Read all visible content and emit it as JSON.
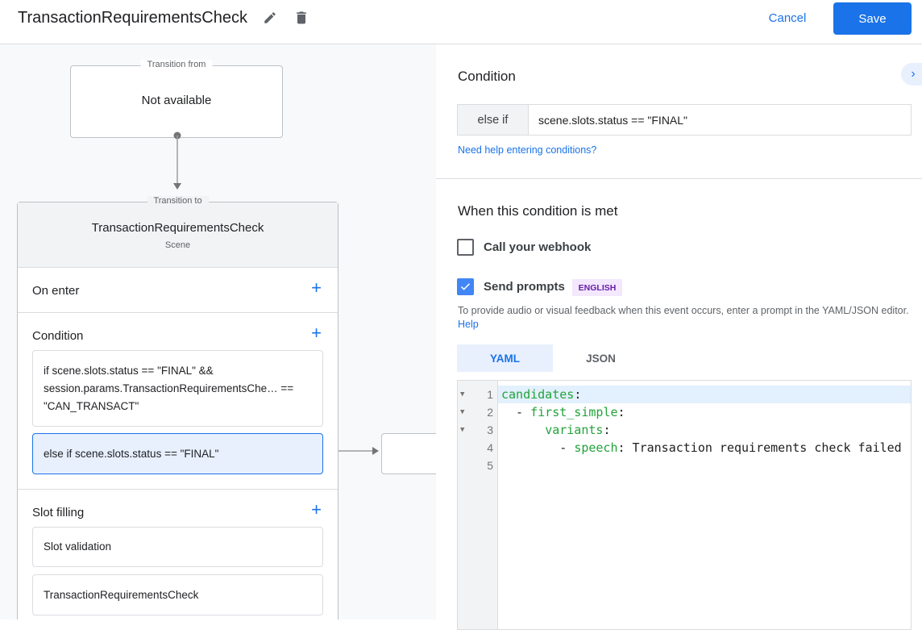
{
  "header": {
    "title": "TransactionRequirementsCheck",
    "cancel_label": "Cancel",
    "save_label": "Save"
  },
  "flow": {
    "transition_from": {
      "legend": "Transition from",
      "value": "Not available"
    },
    "transition_to": {
      "legend": "Transition to",
      "scene_name": "TransactionRequirementsCheck",
      "scene_type": "Scene"
    },
    "sections": {
      "on_enter": "On enter",
      "condition": "Condition",
      "conditions": [
        "if scene.slots.status == \"FINAL\" && session.params.TransactionRequirementsChe… == \"CAN_TRANSACT\"",
        "else if scene.slots.status == \"FINAL\""
      ],
      "slot_filling": "Slot filling",
      "slots": [
        "Slot validation",
        "TransactionRequirementsCheck"
      ]
    }
  },
  "panel": {
    "condition_title": "Condition",
    "condition_prefix": "else if",
    "condition_value": "scene.slots.status == \"FINAL\"",
    "help_conditions": "Need help entering conditions?",
    "met_title": "When this condition is met",
    "webhook_label": "Call your webhook",
    "webhook_checked": false,
    "prompts_label": "Send prompts",
    "prompts_checked": true,
    "language_badge": "ENGLISH",
    "description": "To provide audio or visual feedback when this event occurs, enter a prompt in the YAML/JSON editor.",
    "help_link": "Help",
    "tabs": [
      "YAML",
      "JSON"
    ],
    "active_tab": "YAML",
    "editor_lines": [
      {
        "n": "1",
        "indent": "",
        "key": "candidates",
        "rest": ":"
      },
      {
        "n": "2",
        "indent": "  - ",
        "key": "first_simple",
        "rest": ":"
      },
      {
        "n": "3",
        "indent": "      ",
        "key": "variants",
        "rest": ":"
      },
      {
        "n": "4",
        "indent": "        - ",
        "key": "speech",
        "rest": ": Transaction requirements check failed"
      },
      {
        "n": "5",
        "indent": "",
        "key": "",
        "rest": ""
      }
    ]
  },
  "colors": {
    "accent": "#1a73e8",
    "yaml_key": "#22a33a",
    "badge_bg": "#f3e8fd",
    "badge_text": "#681da8"
  }
}
